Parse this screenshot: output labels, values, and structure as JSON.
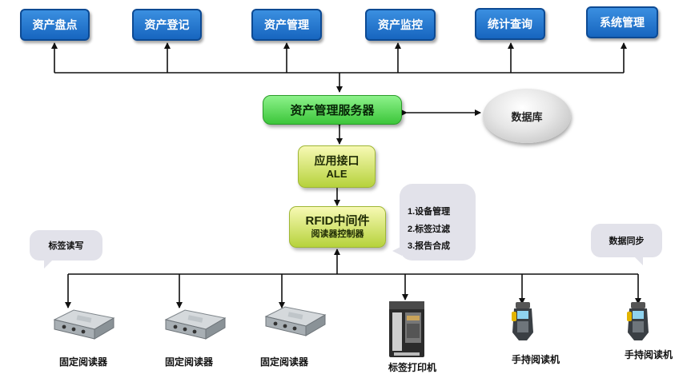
{
  "modules": [
    {
      "id": "inventory",
      "label": "资产盘点"
    },
    {
      "id": "register",
      "label": "资产登记"
    },
    {
      "id": "manage",
      "label": "资产管理"
    },
    {
      "id": "monitor",
      "label": "资产监控"
    },
    {
      "id": "query",
      "label": "统计查询"
    },
    {
      "id": "system",
      "label": "系统管理"
    }
  ],
  "server": {
    "label": "资产管理服务器"
  },
  "database": {
    "label": "数据库"
  },
  "api": {
    "line1": "应用接口",
    "line2": "ALE"
  },
  "middleware": {
    "line1": "RFID中间件",
    "line2": "阅读器控制器"
  },
  "middleware_functions": [
    "1.设备管理",
    "2.标签过滤",
    "3.报告合成"
  ],
  "bubbles": {
    "tag_rw": "标签读写",
    "data_sync": "数据同步"
  },
  "devices": [
    {
      "type": "fixed-reader",
      "label": "固定阅读器"
    },
    {
      "type": "fixed-reader",
      "label": "固定阅读器"
    },
    {
      "type": "fixed-reader",
      "label": "固定阅读器"
    },
    {
      "type": "label-printer",
      "label": "标签打印机"
    },
    {
      "type": "handheld",
      "label": "手持阅读机"
    },
    {
      "type": "handheld",
      "label": "手持阅读机"
    }
  ],
  "colors": {
    "module_blue": "#1f74d3",
    "server_green": "#4fd24d",
    "middleware_yellowgreen": "#c9de55",
    "line": "#111111",
    "bubble_gray": "#e2e2ea"
  }
}
